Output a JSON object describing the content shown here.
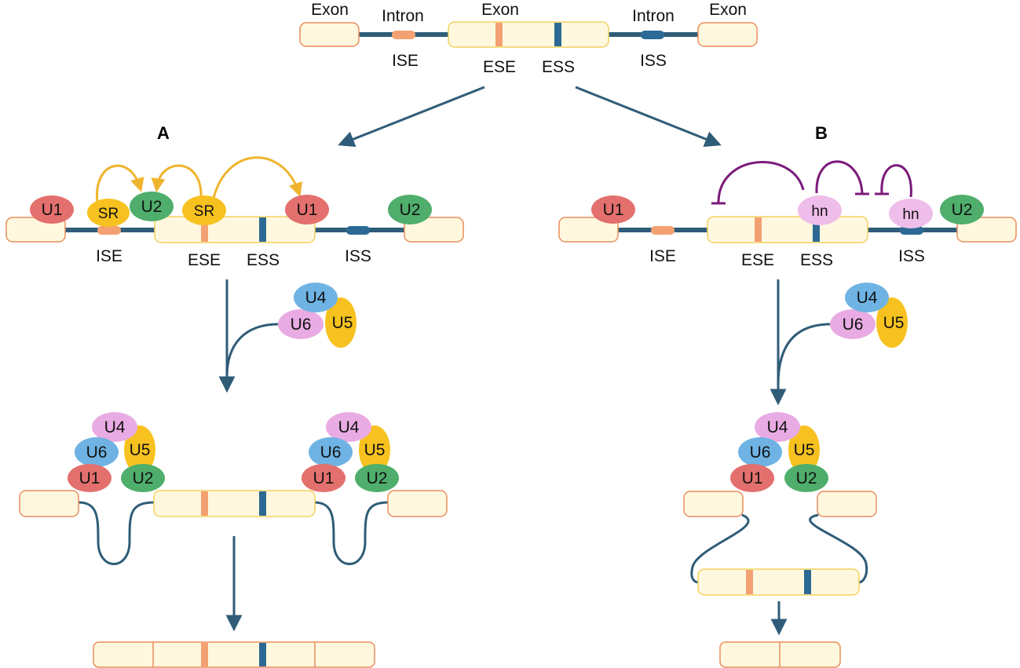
{
  "colors": {
    "exon_fill": "#fff8df",
    "exon_stroke_main": "#f2d25f",
    "exon_stroke_flank": "#ea8d5c",
    "intron": "#2f5c78",
    "ese_mark": "#f3a173",
    "ess_mark": "#2c6a95",
    "arrow": "#2f5c78",
    "enhance_arrow": "#efb42e",
    "inhibit": "#7b1a7a",
    "U1": "#e3706d",
    "U2": "#4fae6b",
    "U4": "#6eb3e3",
    "U5": "#f7c21f",
    "U6": "#e9abe3",
    "SR": "#f7c21f",
    "hn": "#efbde9"
  },
  "top_labels": {
    "exon_left": "Exon",
    "intron_left": "Intron",
    "exon_center": "Exon",
    "intron_right": "Intron",
    "exon_right": "Exon",
    "ise": "ISE",
    "ese": "ESE",
    "ess": "ESS",
    "iss": "ISS"
  },
  "panel_a": {
    "heading": "A",
    "factors": {
      "u1_left": "U1",
      "sr_left": "SR",
      "u2_mid": "U2",
      "sr_right": "SR",
      "u1_right": "U1",
      "u2_right": "U2"
    },
    "site_labels": {
      "ise": "ISE",
      "ese": "ESE",
      "ess": "ESS",
      "iss": "ISS"
    },
    "tri_snrnp": {
      "u4": "U4",
      "u6": "U6",
      "u5": "U5"
    },
    "complex_left": {
      "u4": "U4",
      "u6": "U6",
      "u5": "U5",
      "u1": "U1",
      "u2": "U2"
    },
    "complex_right": {
      "u4": "U4",
      "u6": "U6",
      "u5": "U5",
      "u1": "U1",
      "u2": "U2"
    }
  },
  "panel_b": {
    "heading": "B",
    "factors": {
      "u1_left": "U1",
      "hn_ess": "hn",
      "hn_iss": "hn",
      "u2_right": "U2"
    },
    "site_labels": {
      "ise": "ISE",
      "ese": "ESE",
      "ess": "ESS",
      "iss": "ISS"
    },
    "tri_snrnp": {
      "u4": "U4",
      "u6": "U6",
      "u5": "U5"
    },
    "complex": {
      "u4": "U4",
      "u6": "U6",
      "u5": "U5",
      "u1": "U1",
      "u2": "U2"
    }
  }
}
